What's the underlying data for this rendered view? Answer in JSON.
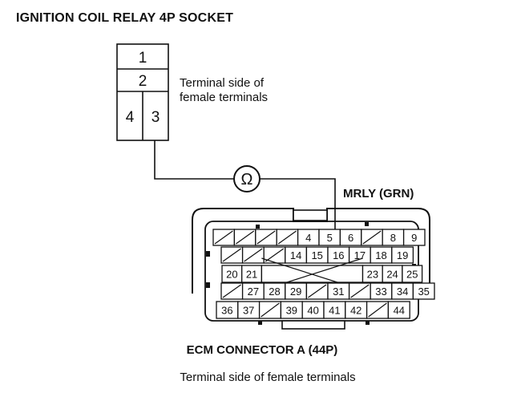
{
  "title": "IGNITION COIL RELAY 4P SOCKET",
  "relay_socket": {
    "terminals": [
      "1",
      "2",
      "4",
      "3"
    ],
    "note_line1": "Terminal side of",
    "note_line2": "female terminals"
  },
  "meter": {
    "symbol": "Ω"
  },
  "wire_label": "MRLY (GRN)",
  "ecm": {
    "title": "ECM CONNECTOR A (44P)",
    "note": "Terminal side of female terminals",
    "rows": [
      [
        "/",
        "/",
        "/",
        "/",
        "4",
        "5",
        "6",
        "/",
        "8",
        "9"
      ],
      [
        "/",
        "/",
        "/",
        "14",
        "15",
        "16",
        "17",
        "18",
        "19"
      ],
      [
        "20",
        "21",
        "X",
        "23",
        "24",
        "25"
      ],
      [
        "/",
        "27",
        "28",
        "29",
        "/",
        "31",
        "/",
        "33",
        "34",
        "35"
      ],
      [
        "36",
        "37",
        "/",
        "39",
        "40",
        "41",
        "42",
        "/",
        "44"
      ]
    ]
  }
}
